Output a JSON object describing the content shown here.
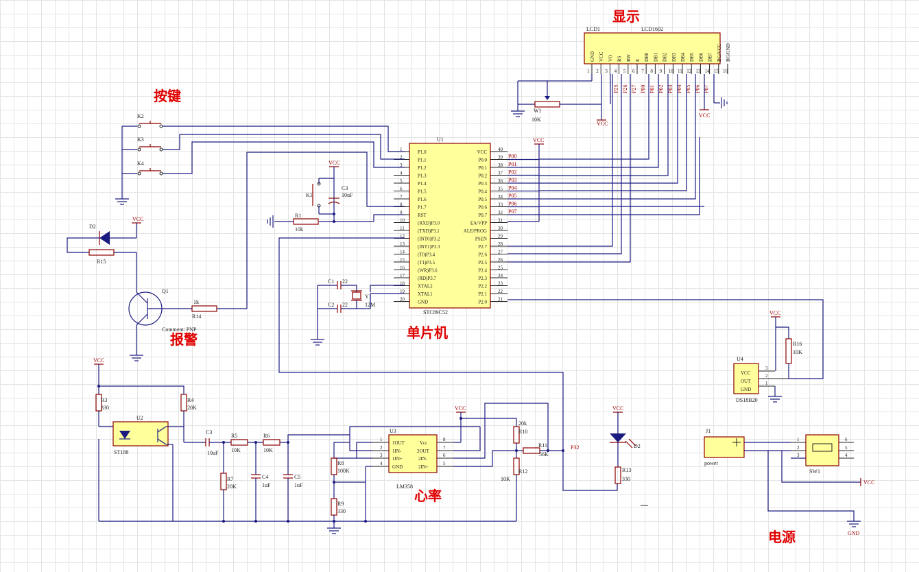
{
  "titles": {
    "display": "显示",
    "keys": "按键",
    "mcu": "单片机",
    "alarm": "报警",
    "heart": "心率",
    "power": "电源"
  },
  "lcd": {
    "ref": "LCD1",
    "part": "LCD1602",
    "pins": [
      "GND",
      "VCC",
      "VO",
      "RS",
      "RW",
      "E",
      "DB0",
      "DB1",
      "DB2",
      "DB3",
      "DB4",
      "DB5",
      "DB6",
      "DB7",
      "BG/VCC",
      "BG/GND"
    ],
    "nums": [
      "1",
      "2",
      "3",
      "4",
      "5",
      "6",
      "7",
      "8",
      "9",
      "10",
      "11",
      "12",
      "13",
      "14",
      "15",
      "16"
    ],
    "nets": [
      "P25",
      "P26",
      "P27",
      "P00",
      "P01",
      "P02",
      "P03",
      "P04",
      "P05",
      "P06",
      "P07"
    ]
  },
  "mcu": {
    "ref": "U1",
    "part": "STC89C52",
    "left": [
      "P1.0",
      "P1.1",
      "P1.2",
      "P1.3",
      "P1.4",
      "P1.5",
      "P1.6",
      "P1.7",
      "RST",
      "(RXD)P3.0",
      "(TXD)P3.1",
      "(INT0)P3.2",
      "(INT1)P3.3",
      "(T0)P3.4",
      "(T1)P3.5",
      "(WR)P3.6",
      "(RD)P3.7",
      "XTAL2",
      "XTAL1",
      "GND"
    ],
    "left_nums": [
      "1",
      "2",
      "3",
      "4",
      "5",
      "6",
      "7",
      "8",
      "9",
      "10",
      "11",
      "12",
      "13",
      "14",
      "15",
      "16",
      "17",
      "18",
      "19",
      "20"
    ],
    "right": [
      "VCC",
      "P0.0",
      "P0.1",
      "P0.2",
      "P0.3",
      "P0.4",
      "P0.5",
      "P0.6",
      "P0.7",
      "EA/VPP",
      "ALE/PROG",
      "PSEN",
      "P2.7",
      "P2.6",
      "P2.5",
      "P2.4",
      "P2.3",
      "P2.2",
      "P2.1",
      "P2.0"
    ],
    "right_nums": [
      "40",
      "39",
      "38",
      "37",
      "36",
      "35",
      "34",
      "33",
      "32",
      "31",
      "30",
      "29",
      "28",
      "27",
      "26",
      "25",
      "24",
      "23",
      "22",
      "21"
    ],
    "nets": [
      "P00",
      "P01",
      "P02",
      "P03",
      "P04",
      "P05",
      "P06",
      "P07"
    ]
  },
  "parts": {
    "k2": "K2",
    "k3": "K3",
    "k4": "K4",
    "k1": "K1",
    "c3": "C3",
    "c3v": "10uF",
    "r1": "R1",
    "r1v": "10k",
    "c1": "C1",
    "c1v": "22",
    "c2": "C2",
    "c2v": "22",
    "y1": "Y1",
    "y1v": "12M",
    "w1": "W1",
    "w1v": "10K",
    "d2a": "D2",
    "r15": "R15",
    "q1": "Q1",
    "q1c": "Comment: PNP",
    "r14": "R14",
    "r14v": "1k",
    "u4": "U4",
    "u4p": "DS18B20",
    "u4pins": [
      "VCC",
      "OUT",
      "GND"
    ],
    "r16": "R16",
    "r16v": "10K",
    "r3": "R3",
    "r3v": "330",
    "r4": "R4",
    "r4v": "20K",
    "u2": "U2",
    "u2p": "ST188",
    "c3b": "C3",
    "c3bv": "10uF",
    "r5": "R5",
    "r5v": "10K",
    "r6": "R6",
    "r6v": "10K",
    "r7": "R7",
    "r7v": "20K",
    "c4": "C4",
    "c4v": "1uF",
    "c5": "C5",
    "c5v": "1uF",
    "r8": "R8",
    "r8v": "100K",
    "r9": "R9",
    "r9v": "330",
    "u3": "U3",
    "u3p": "LM358",
    "u3l": [
      "1OUT",
      "1IN-",
      "1IN+",
      "GND"
    ],
    "u3r": [
      "Vcc",
      "2OUT",
      "2IN-",
      "2IN+"
    ],
    "r10": "R10",
    "r10v": "20k",
    "r11": "R11",
    "r11v": "56K",
    "r12": "R12",
    "r12v": "10K",
    "p32": "P32",
    "d2b": "D2",
    "r13": "R13",
    "r13v": "330",
    "j1": "J1",
    "j1v": "power",
    "sw1": "SW1"
  },
  "net": {
    "vcc": "VCC",
    "gnd": "GND"
  }
}
